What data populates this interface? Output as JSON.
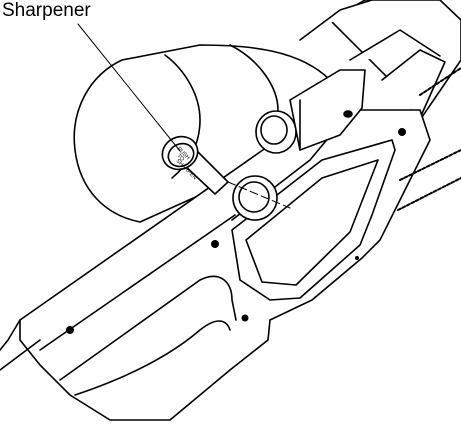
{
  "callout": {
    "label": "Sharpener"
  },
  "sharpener_button": {
    "lines": [
      "PUSH",
      "TO",
      "SHARPEN"
    ]
  },
  "colors": {
    "line": "#000000",
    "fill": "#ffffff"
  }
}
